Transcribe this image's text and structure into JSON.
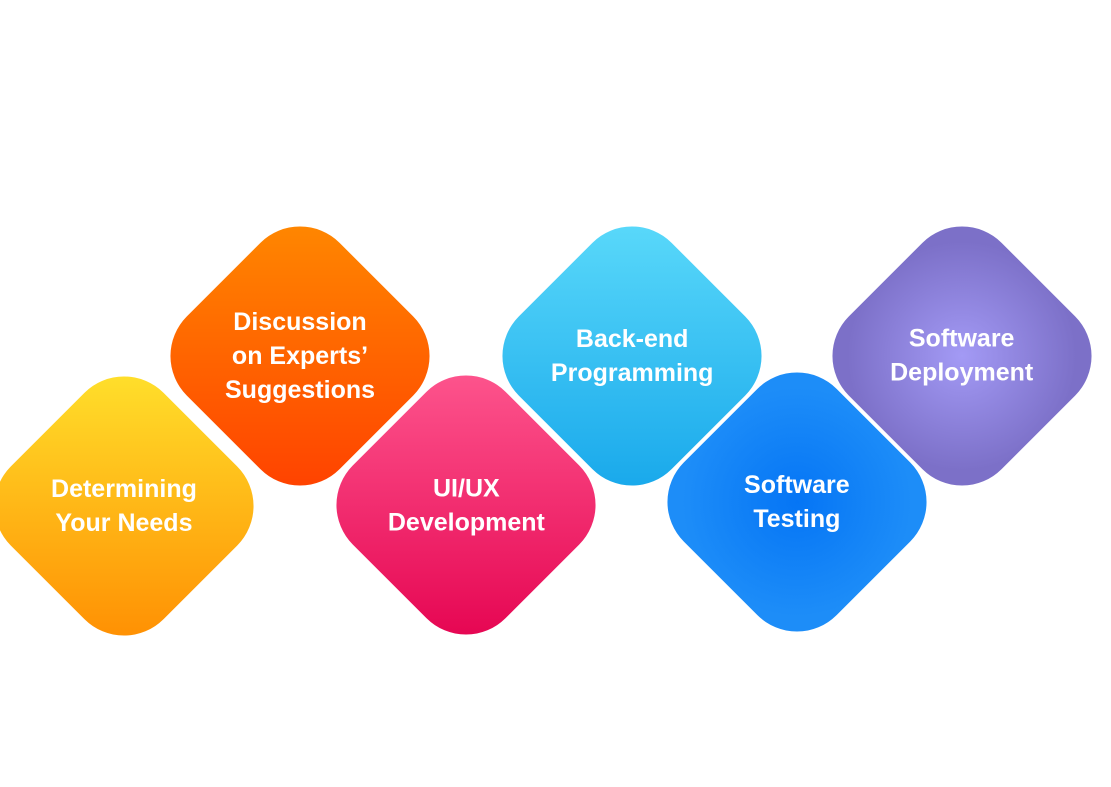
{
  "steps": [
    {
      "lines": [
        "Determining",
        "Your Needs"
      ],
      "gradient": [
        "#ff8a00",
        "#ffe52e"
      ],
      "gradient_direction": "to-right"
    },
    {
      "lines": [
        "Discussion",
        "on Experts’",
        "Suggestions"
      ],
      "gradient": [
        "#ff3d00",
        "#ff8c00"
      ],
      "gradient_direction": "to-right"
    },
    {
      "lines": [
        "UI/UX",
        "Development"
      ],
      "gradient": [
        "#e4004e",
        "#ff5a91"
      ],
      "gradient_direction": "to-right"
    },
    {
      "lines": [
        "Back-end",
        "Programming"
      ],
      "gradient": [
        "#14a5ea",
        "#5edcfb"
      ],
      "gradient_direction": "to-right"
    },
    {
      "lines": [
        "Software",
        "Testing"
      ],
      "gradient": [
        "#0575f5",
        "#1d8df8"
      ],
      "gradient_direction": "radial"
    },
    {
      "lines": [
        "Software",
        "Deployment"
      ],
      "gradient": [
        "#a39af5",
        "#7c70c8"
      ],
      "gradient_direction": "radial"
    }
  ]
}
